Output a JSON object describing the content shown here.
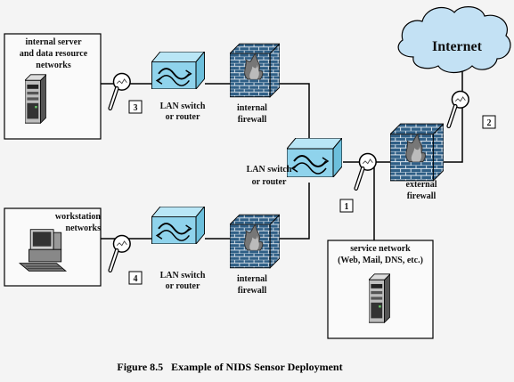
{
  "figure": {
    "caption": "Figure 8.5   Example of NIDS Sensor Deployment"
  },
  "nodes": {
    "internet": {
      "label": "Internet"
    },
    "internal_server": {
      "label_line1": "internal server",
      "label_line2": "and data resource",
      "label_line3": "networks"
    },
    "workstation": {
      "label_line1": "workstation",
      "label_line2": "networks"
    },
    "service_network": {
      "label_line1": "service network",
      "label_line2": "(Web, Mail, DNS, etc.)"
    },
    "lan_switch_top": {
      "label_line1": "LAN switch",
      "label_line2": "or router"
    },
    "lan_switch_center": {
      "label_line1": "LAN switch",
      "label_line2": "or router"
    },
    "lan_switch_bottom": {
      "label_line1": "LAN switch",
      "label_line2": "or router"
    },
    "internal_firewall_top": {
      "label_line1": "internal",
      "label_line2": "firewall"
    },
    "internal_firewall_bottom": {
      "label_line1": "internal",
      "label_line2": "firewall"
    },
    "external_firewall": {
      "label_line1": "external",
      "label_line2": "firewall"
    }
  },
  "sensors": [
    {
      "id": "1"
    },
    {
      "id": "2"
    },
    {
      "id": "3"
    },
    {
      "id": "4"
    }
  ],
  "colors": {
    "cloud_fill": "#c3e1f4",
    "switch_fill": "#8fd3ec",
    "brick": "#2f5f86",
    "line": "#000000",
    "flame": "#666666"
  }
}
